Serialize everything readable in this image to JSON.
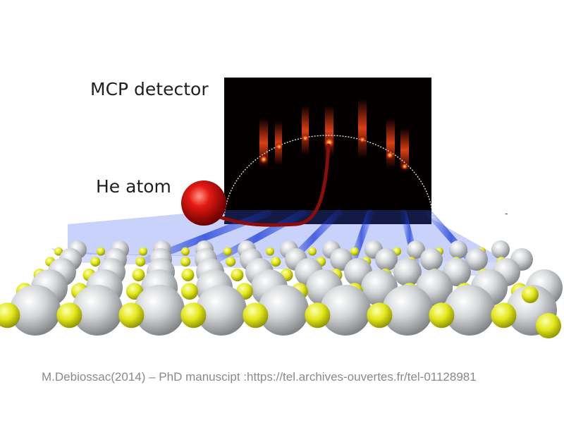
{
  "labels": {
    "detector": "MCP detector",
    "atom": "He atom"
  },
  "credit": "M.Debiossac(2014) – PhD manuscipt :https://tel.archives-ouvertes.fr/tel-01128981",
  "stray_mark": "-",
  "colors": {
    "background": "#ffffff",
    "detector_screen": "#050000",
    "diffraction_spot": "#ff5a1a",
    "atom": "#d01010",
    "surface_plane": "#3355ee",
    "large_sphere": "#c8cbcd",
    "small_sphere": "#e6ea20",
    "credit_text": "#8a8a8a"
  }
}
